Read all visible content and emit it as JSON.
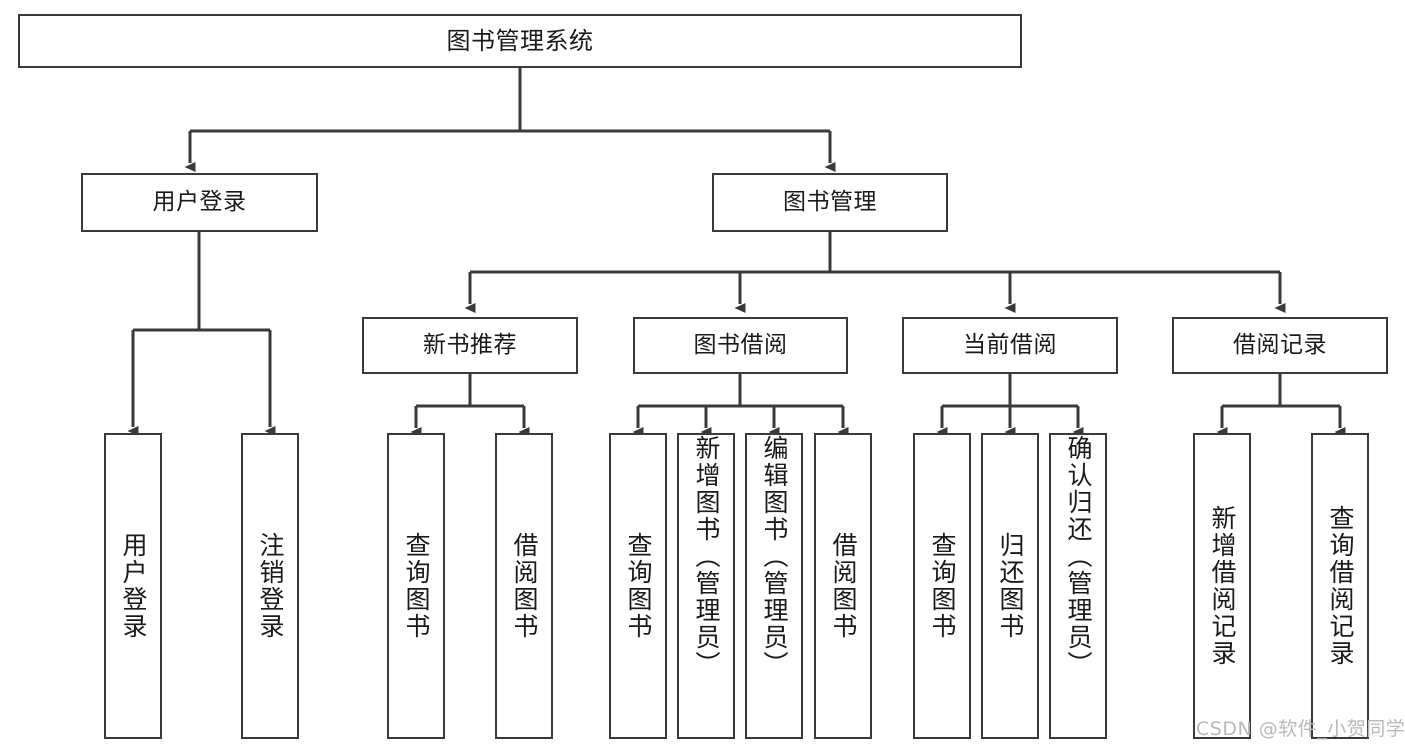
{
  "diagram": {
    "type": "tree-hierarchy",
    "title": "图书管理系统",
    "root": {
      "id": "root",
      "label": "图书管理系统"
    },
    "level2": [
      {
        "id": "user-login",
        "label": "用户登录"
      },
      {
        "id": "book-manage",
        "label": "图书管理"
      }
    ],
    "level3": [
      {
        "id": "new-book-recommend",
        "label": "新书推荐",
        "parent": "book-manage"
      },
      {
        "id": "book-borrow",
        "label": "图书借阅",
        "parent": "book-manage"
      },
      {
        "id": "current-borrow",
        "label": "当前借阅",
        "parent": "book-manage"
      },
      {
        "id": "borrow-record",
        "label": "借阅记录",
        "parent": "book-manage"
      }
    ],
    "leaves": {
      "user_login": [
        {
          "id": "leaf-user-login",
          "label": "用户登录"
        },
        {
          "id": "leaf-user-logout",
          "label": "注销登录"
        }
      ],
      "new_book_recommend": [
        {
          "id": "leaf-query-book-1",
          "label": "查询图书"
        },
        {
          "id": "leaf-borrow-book-1",
          "label": "借阅图书"
        }
      ],
      "book_borrow": [
        {
          "id": "leaf-query-book-2",
          "label": "查询图书"
        },
        {
          "id": "leaf-add-book",
          "label": "新增图书（管理员）"
        },
        {
          "id": "leaf-edit-book",
          "label": "编辑图书（管理员）"
        },
        {
          "id": "leaf-borrow-book-2",
          "label": "借阅图书"
        }
      ],
      "current_borrow": [
        {
          "id": "leaf-query-book-3",
          "label": "查询图书"
        },
        {
          "id": "leaf-return-book",
          "label": "归还图书"
        },
        {
          "id": "leaf-confirm-return",
          "label": "确认归还（管理员）"
        }
      ],
      "borrow_record": [
        {
          "id": "leaf-add-record",
          "label": "新增借阅记录"
        },
        {
          "id": "leaf-query-record",
          "label": "查询借阅记录"
        }
      ]
    },
    "colors": {
      "stroke": "#3a3a3a",
      "fill": "#ffffff",
      "text": "#1a1a1a",
      "watermark": "#b9b9b9"
    }
  },
  "watermark": {
    "text": "CSDN @软件_小贺同学"
  }
}
